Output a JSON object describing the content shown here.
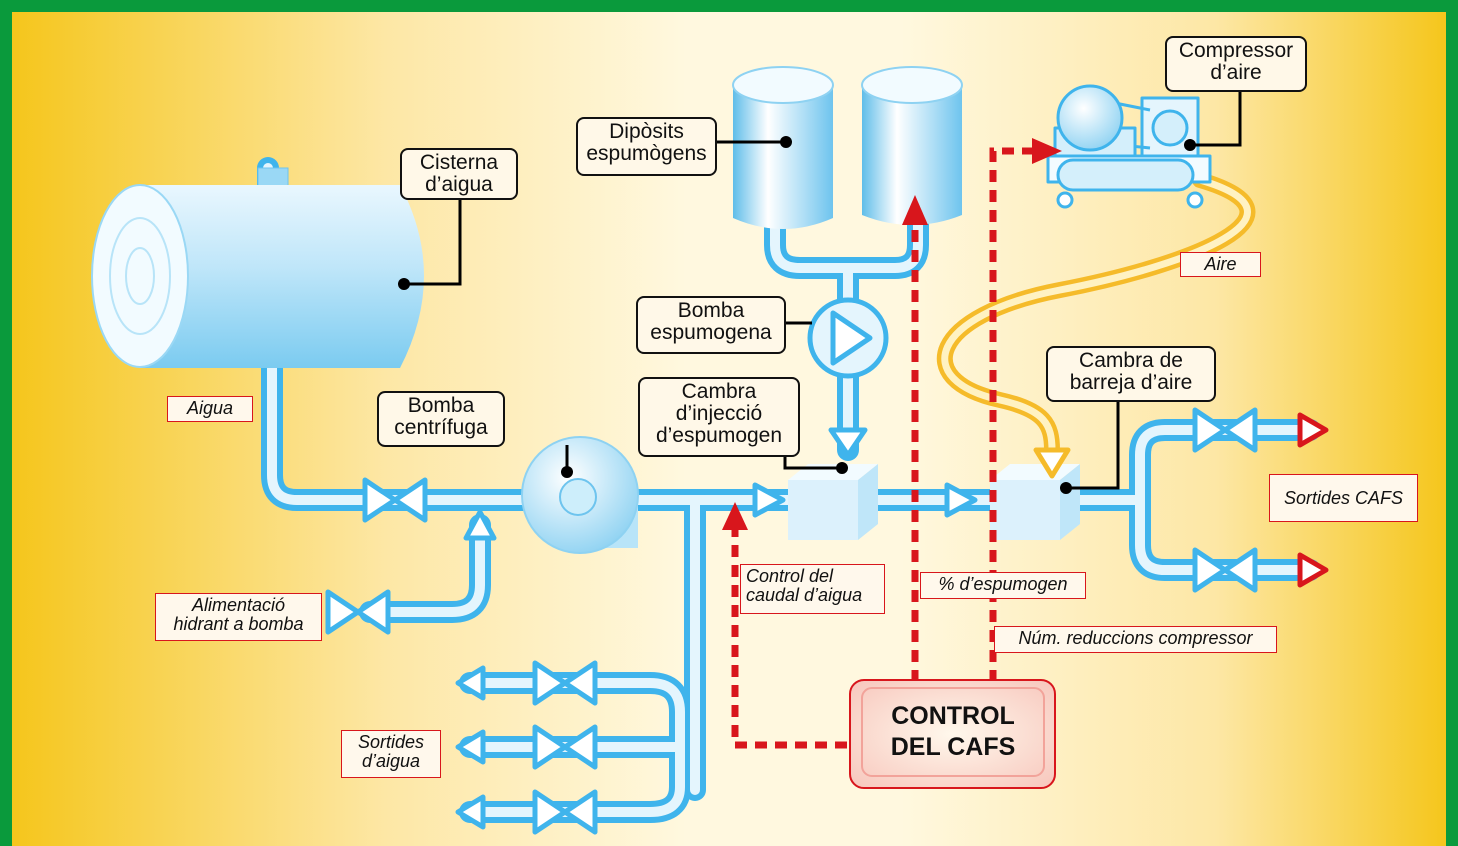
{
  "colors": {
    "frame": "#0a9a3c",
    "panel_left": "#f5c61c",
    "panel_center": "#fff8df",
    "pipe": "#3fb4ec",
    "pipe_light": "#e4f5fd",
    "foam_hose": "#f5bb2a",
    "control_line": "#d8161c",
    "label_border": "#111111",
    "red_label_border": "#d8161c"
  },
  "labels": {
    "cisterna": [
      "Cisterna",
      "d’aigua"
    ],
    "diposits": [
      "Dipòsits",
      "espumògens"
    ],
    "compressor": [
      "Compressor",
      "d’aire"
    ],
    "bomba_espumogena": [
      "Bomba",
      "espumogena"
    ],
    "bomba_centrifuga": [
      "Bomba",
      "centrífuga"
    ],
    "cambra_injeccio": [
      "Cambra",
      "d’injecció",
      "d’espumogen"
    ],
    "cambra_barreja": [
      "Cambra de",
      "barreja d’aire"
    ]
  },
  "tags": {
    "aigua": "Aigua",
    "aire": "Aire",
    "alimentacio": [
      "Alimentació",
      "hidrant a bomba"
    ],
    "control_caudal": [
      "Control del",
      "caudal d’aigua"
    ],
    "pct_espumogen": "% d’espumogen",
    "num_reduccions": "Núm. reduccions compressor",
    "sortides_cafs": "Sortides CAFS",
    "sortides_aigua": [
      "Sortides",
      "d’aigua"
    ]
  },
  "control_box": [
    "CONTROL",
    "DEL CAFS"
  ]
}
